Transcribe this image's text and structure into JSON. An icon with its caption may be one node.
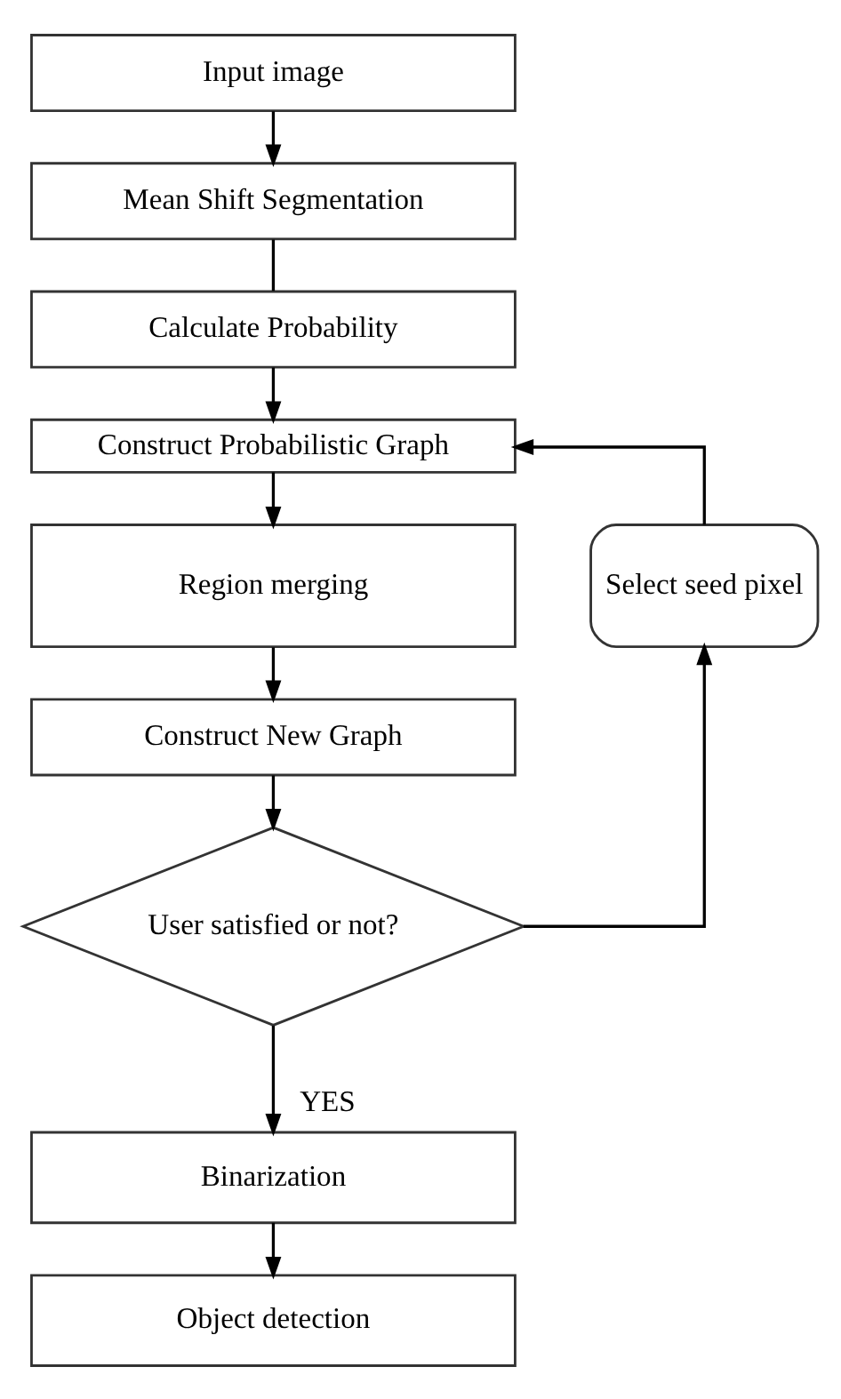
{
  "diagram": {
    "nodes": [
      {
        "text": [
          "Input image"
        ]
      },
      {
        "text": [
          "Mean Shift Segmentation"
        ]
      },
      {
        "text": [
          "Calculate Probability"
        ]
      },
      {
        "text": [
          "Construct Probabilistic Graph"
        ]
      },
      {
        "text": [
          "Region merging"
        ]
      },
      {
        "text": [
          "Construct New Graph"
        ]
      },
      {
        "text": [
          "User satisfied or not?"
        ]
      },
      {
        "text": [
          "Select seed pixel"
        ]
      },
      {
        "text": [
          "Binarization"
        ]
      },
      {
        "text": [
          "Object detection"
        ]
      }
    ],
    "edges": [
      {
        "from": 0,
        "to": 1,
        "arrow": "to"
      },
      {
        "from": 1,
        "to": 2,
        "arrow": "none"
      },
      {
        "from": 2,
        "to": 3,
        "arrow": "to"
      },
      {
        "from": 7,
        "to": 3,
        "arrow": "to"
      },
      {
        "from": 3,
        "to": 4,
        "arrow": "to"
      },
      {
        "from": 4,
        "to": 5,
        "arrow": "to"
      },
      {
        "from": 5,
        "to": 6,
        "arrow": "to"
      },
      {
        "from": 6,
        "to": 7,
        "arrow": "to"
      },
      {
        "from": 6,
        "to": 8,
        "label": "YES",
        "arrow": "to"
      },
      {
        "from": 8,
        "to": 9,
        "arrow": "to"
      }
    ]
  }
}
